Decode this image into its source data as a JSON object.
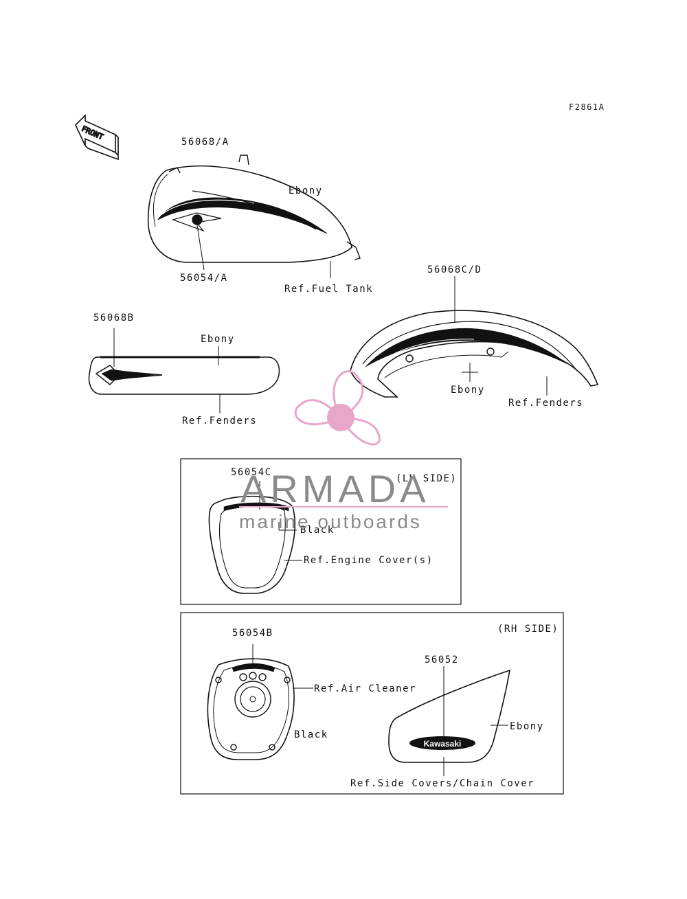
{
  "diagram": {
    "figure_code": "F2861A",
    "front_label": "FRONT",
    "tank": {
      "part": "56068/A",
      "emblem_part": "56054/A",
      "color": "Ebony",
      "ref": "Ref.Fuel Tank"
    },
    "front_fender": {
      "part": "56068B",
      "color": "Ebony",
      "ref": "Ref.Fenders"
    },
    "rear_fender": {
      "part": "56068C/D",
      "color": "Ebony",
      "ref": "Ref.Fenders"
    },
    "lh_side": {
      "heading": "(LH SIDE)",
      "part": "56054C",
      "color": "Black",
      "ref": "Ref.Engine Cover(s)"
    },
    "rh_side": {
      "heading": "(RH SIDE)",
      "air_cleaner_part": "56054B",
      "air_cleaner_color": "Black",
      "air_cleaner_ref": "Ref.Air Cleaner",
      "side_cover_part": "56052",
      "side_cover_color": "Ebony",
      "side_cover_ref": "Ref.Side Covers/Chain Cover",
      "badge_text": "Kawasaki"
    }
  },
  "watermark": {
    "title": "ARMADA",
    "subtitle": "marine outboards",
    "accent_color": "#e8a6c8",
    "text_color": "#8a8a8a"
  }
}
